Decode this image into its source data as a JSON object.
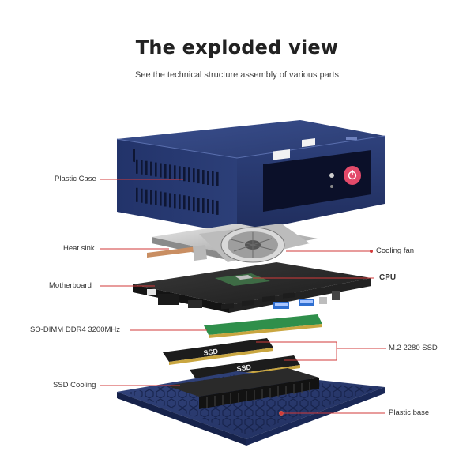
{
  "header": {
    "title": "The exploded view",
    "subtitle": "See the technical structure assembly of various parts"
  },
  "labels": {
    "plastic_case": "Plastic Case",
    "heat_sink": "Heat sink",
    "motherboard": "Motherboard",
    "sodimm": "SO-DIMM DDR4 3200MHz",
    "ssd_cooling": "SSD Cooling",
    "cooling_fan": "Cooling fan",
    "cpu": "CPU",
    "m2_ssd": "M.2 2280 SSD",
    "plastic_base": "Plastic base"
  },
  "parts": {
    "ssd_text_1": "SSD",
    "ssd_text_2": "SSD"
  },
  "colors": {
    "case_blue": "#2c3f78",
    "accent_red": "#d23a3a",
    "power_button": "#e34a6a"
  }
}
